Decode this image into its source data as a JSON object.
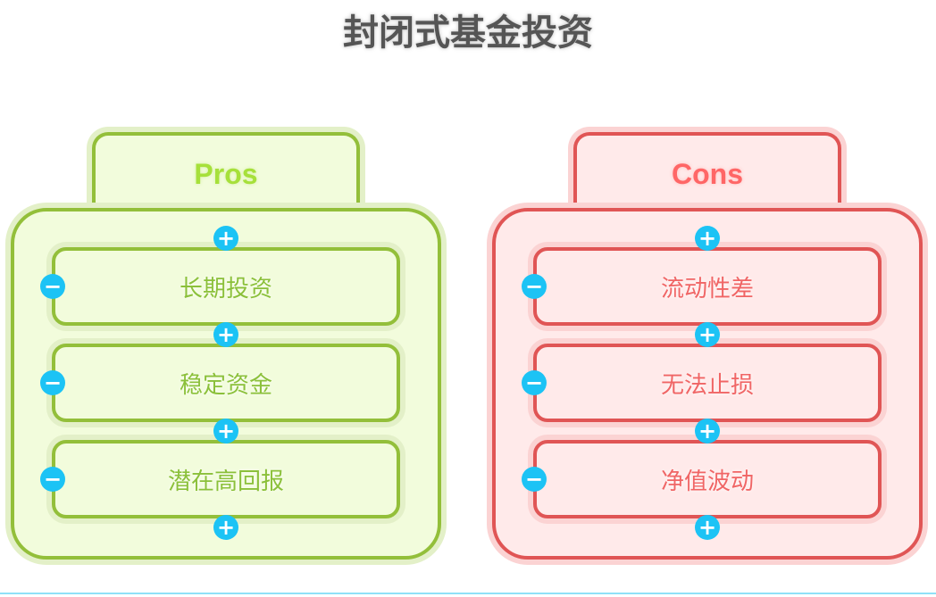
{
  "title": "封闭式基金投资",
  "pros": {
    "label": "Pros",
    "items": [
      "长期投资",
      "稳定资金",
      "潜在高回报"
    ]
  },
  "cons": {
    "label": "Cons",
    "items": [
      "流动性差",
      "无法止损",
      "净值波动"
    ]
  },
  "icons": {
    "add": "plus-circle-icon",
    "remove": "minus-circle-icon"
  },
  "colors": {
    "pros_border": "#93bf3a",
    "pros_fill": "#f2fcdc",
    "cons_border": "#e05555",
    "cons_fill": "#ffeaea",
    "button": "#1cc3f5"
  }
}
